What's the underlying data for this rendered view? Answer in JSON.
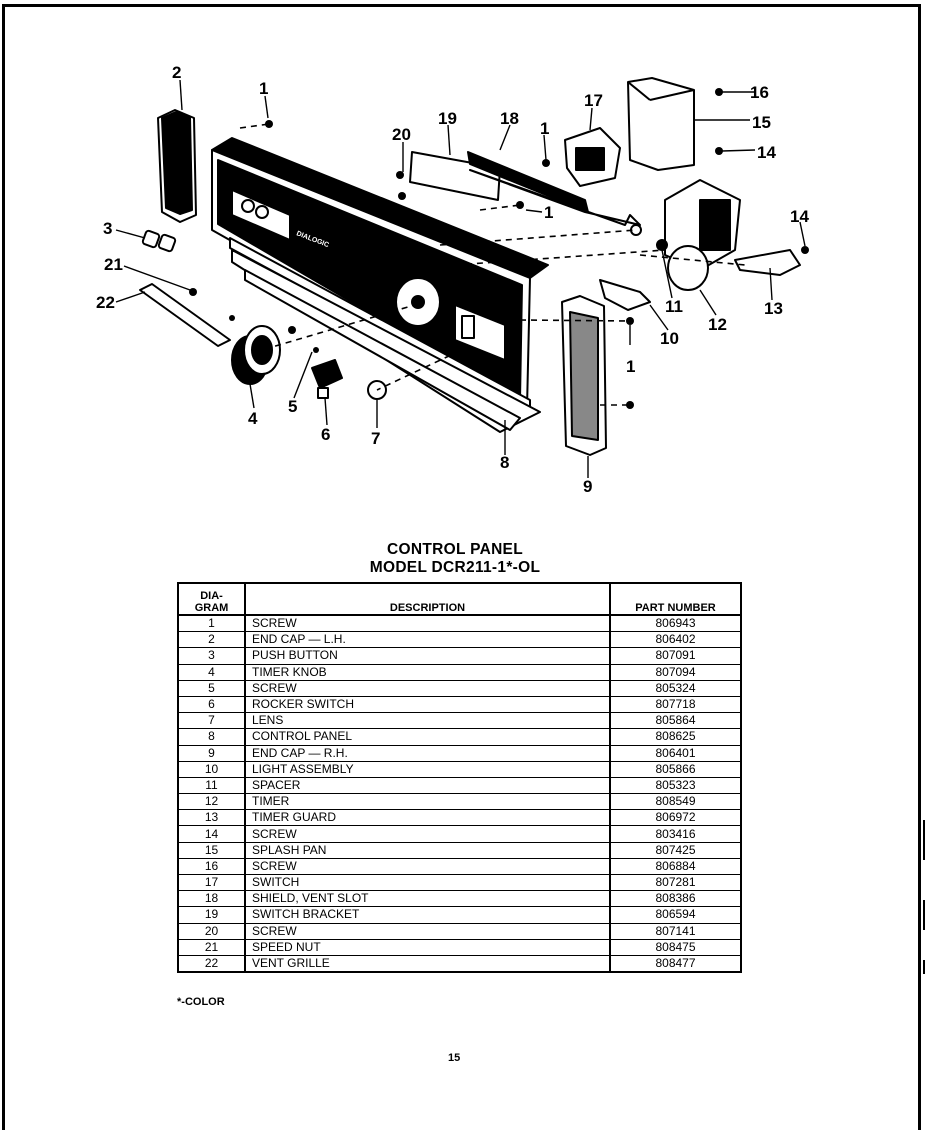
{
  "diagram": {
    "callouts": [
      "1",
      "2",
      "3",
      "4",
      "5",
      "6",
      "7",
      "8",
      "9",
      "10",
      "11",
      "12",
      "13",
      "14",
      "15",
      "16",
      "17",
      "18",
      "19",
      "20",
      "21",
      "22"
    ],
    "panel_brand": "DIALOGIC"
  },
  "heading": {
    "title": "CONTROL PANEL",
    "model": "MODEL DCR211-1*-OL"
  },
  "table": {
    "headers": {
      "diagram_line1": "DIA-",
      "diagram_line2": "GRAM",
      "description": "DESCRIPTION",
      "part_number": "PART NUMBER"
    },
    "rows": [
      {
        "diagram": "1",
        "description": "SCREW",
        "part": "806943"
      },
      {
        "diagram": "2",
        "description": "END CAP — L.H.",
        "part": "806402"
      },
      {
        "diagram": "3",
        "description": "PUSH BUTTON",
        "part": "807091"
      },
      {
        "diagram": "4",
        "description": "TIMER KNOB",
        "part": "807094"
      },
      {
        "diagram": "5",
        "description": "SCREW",
        "part": "805324"
      },
      {
        "diagram": "6",
        "description": "ROCKER SWITCH",
        "part": "807718"
      },
      {
        "diagram": "7",
        "description": "LENS",
        "part": "805864"
      },
      {
        "diagram": "8",
        "description": "CONTROL PANEL",
        "part": "808625"
      },
      {
        "diagram": "9",
        "description": "END CAP — R.H.",
        "part": "806401"
      },
      {
        "diagram": "10",
        "description": "LIGHT ASSEMBLY",
        "part": "805866"
      },
      {
        "diagram": "11",
        "description": "SPACER",
        "part": "805323"
      },
      {
        "diagram": "12",
        "description": "TIMER",
        "part": "808549"
      },
      {
        "diagram": "13",
        "description": "TIMER GUARD",
        "part": "806972"
      },
      {
        "diagram": "14",
        "description": "SCREW",
        "part": "803416"
      },
      {
        "diagram": "15",
        "description": "SPLASH PAN",
        "part": "807425"
      },
      {
        "diagram": "16",
        "description": "SCREW",
        "part": "806884"
      },
      {
        "diagram": "17",
        "description": "SWITCH",
        "part": "807281"
      },
      {
        "diagram": "18",
        "description": "SHIELD, VENT SLOT",
        "part": "808386"
      },
      {
        "diagram": "19",
        "description": "SWITCH BRACKET",
        "part": "806594"
      },
      {
        "diagram": "20",
        "description": "SCREW",
        "part": "807141"
      },
      {
        "diagram": "21",
        "description": "SPEED NUT",
        "part": "808475"
      },
      {
        "diagram": "22",
        "description": "VENT GRILLE",
        "part": "808477"
      }
    ]
  },
  "footnote": "*-COLOR",
  "page_number": "15"
}
